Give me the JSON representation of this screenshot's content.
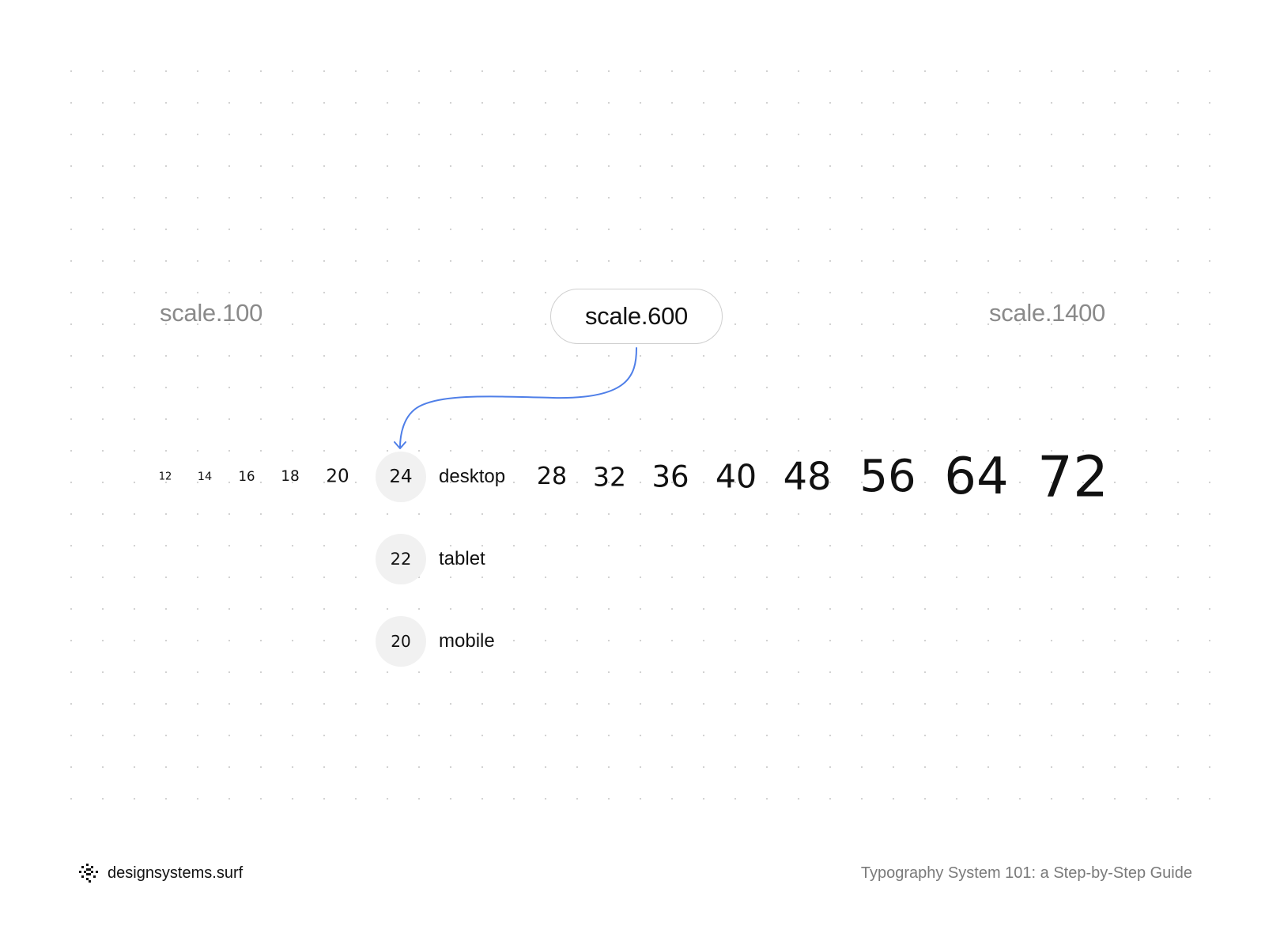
{
  "scale_labels": {
    "min": "scale.100",
    "current": "scale.600",
    "max": "scale.1400"
  },
  "sizes": [
    "12",
    "14",
    "16",
    "18",
    "20",
    "24",
    "28",
    "32",
    "36",
    "40",
    "48",
    "56",
    "64",
    "72"
  ],
  "breakpoints": [
    {
      "value": "24",
      "label": "desktop"
    },
    {
      "value": "22",
      "label": "tablet"
    },
    {
      "value": "20",
      "label": "mobile"
    }
  ],
  "footer": {
    "brand": "designsystems.surf",
    "title": "Typography System 101: a Step-by-Step Guide"
  },
  "colors": {
    "accent": "#4f7fe8",
    "muted_text": "#8a8a8a",
    "circle_bg": "#f1f1f1"
  }
}
